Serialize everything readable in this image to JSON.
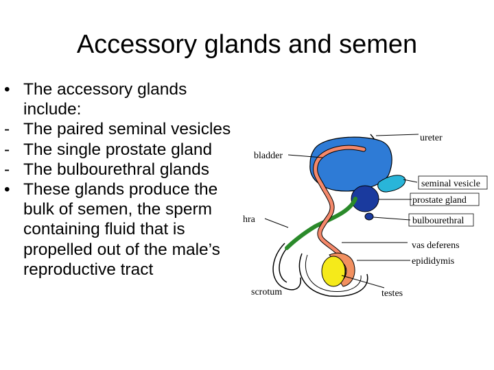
{
  "slide": {
    "title": "Accessory glands and semen",
    "bullets": [
      {
        "marker": "•",
        "text": "The accessory glands include:"
      },
      {
        "marker": "-",
        "text": "The paired seminal vesicles"
      },
      {
        "marker": "-",
        "text": "The single prostate gland"
      },
      {
        "marker": "-",
        "text": "The bulbourethral glands"
      },
      {
        "marker": "•",
        "text": "These glands produce the bulk of semen, the sperm containing fluid that is propelled out of the male’s reproductive tract"
      }
    ]
  },
  "diagram": {
    "labels": {
      "ureter": "ureter",
      "bladder": "bladder",
      "seminal_vesicle": "seminal vesicle",
      "prostate_gland": "prostate gland",
      "urethra_partial": "hra",
      "bulbourethral": "bulbourethral",
      "vas_deferens": "vas deferens",
      "epididymis": "epididymis",
      "scrotum": "scrotum",
      "testes": "testes"
    },
    "colors": {
      "bladder": "#2e7bd6",
      "seminal_vesicle": "#29b5d9",
      "prostate": "#1a3a9e",
      "vas_deferens": "#f4886a",
      "urethra": "#2a8a2a",
      "testis": "#f5ea1a",
      "epididymis": "#f29060"
    }
  }
}
